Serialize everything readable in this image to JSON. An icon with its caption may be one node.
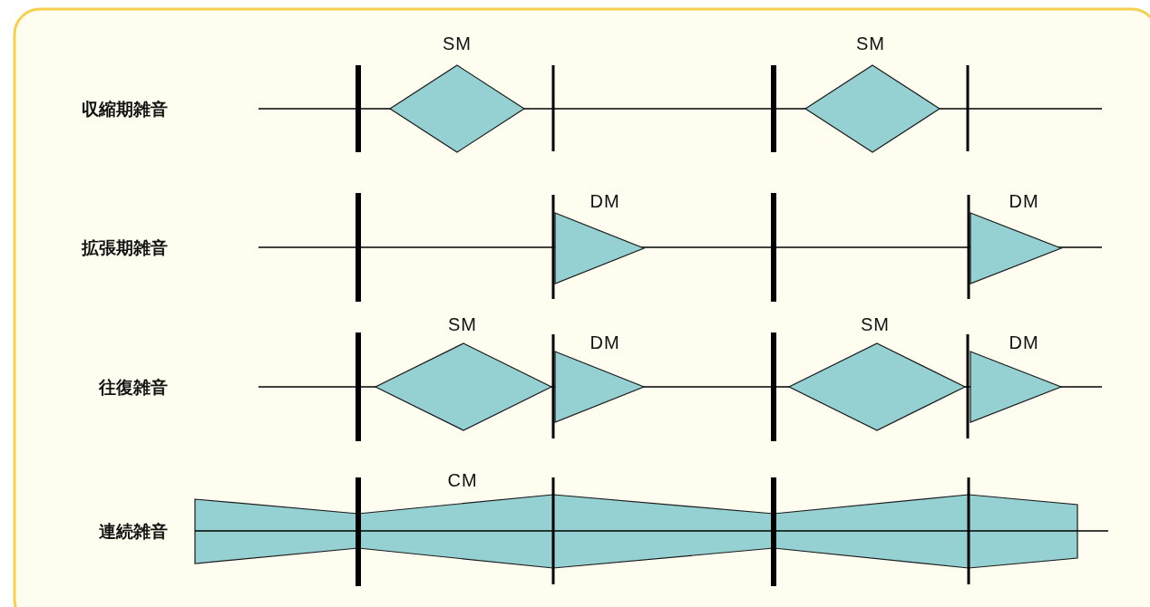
{
  "diagram": {
    "nodes": [
      {
        "text": [
          "SM"
        ]
      },
      {
        "text": [
          "SM"
        ]
      },
      {
        "text": [
          "DM"
        ]
      },
      {
        "text": [
          "DM"
        ]
      },
      {
        "text": [
          "SM"
        ]
      },
      {
        "text": [
          "DM"
        ]
      },
      {
        "text": [
          "SM"
        ]
      },
      {
        "text": [
          "DM"
        ]
      },
      {
        "text": [
          "CM"
        ]
      }
    ],
    "labels": [
      "収縮期雑音",
      "拡張期雑音",
      "往復雑音",
      "連続雑音"
    ]
  }
}
